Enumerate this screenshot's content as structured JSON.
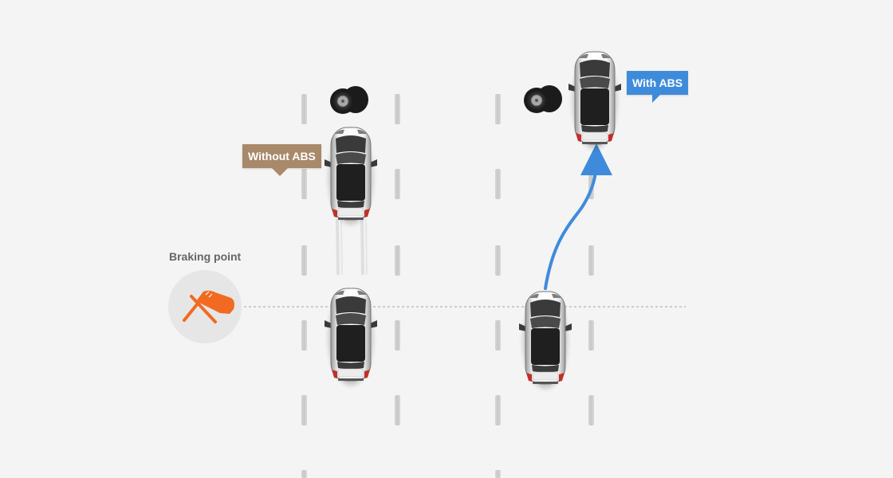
{
  "labels": {
    "without_abs": "Without ABS",
    "with_abs": "With ABS",
    "braking_point": "Braking point"
  },
  "icons": {
    "brake_pedal": "brake-pedal-foot-icon",
    "obstacle": "tire-icon",
    "car": "car-top-view-icon"
  },
  "colors": {
    "without_abs": "#a8896a",
    "with_abs": "#3f8bdb",
    "pedal": "#f26a21",
    "background": "#f4f4f4"
  }
}
